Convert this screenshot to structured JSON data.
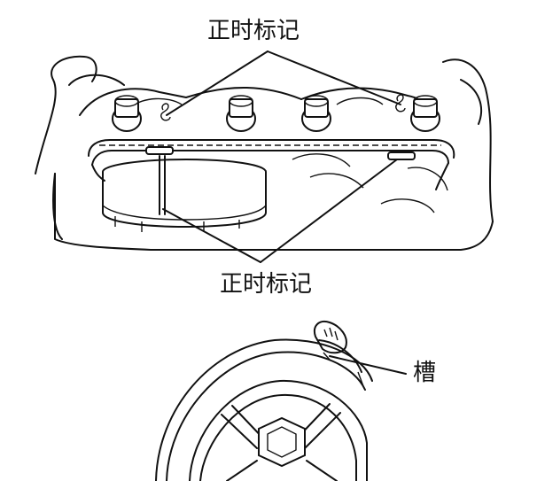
{
  "labels": {
    "timing_mark_top": "正时标记",
    "timing_mark_middle": "正时标记",
    "groove": "槽"
  },
  "colors": {
    "line": "#111111",
    "background": "#ffffff"
  }
}
